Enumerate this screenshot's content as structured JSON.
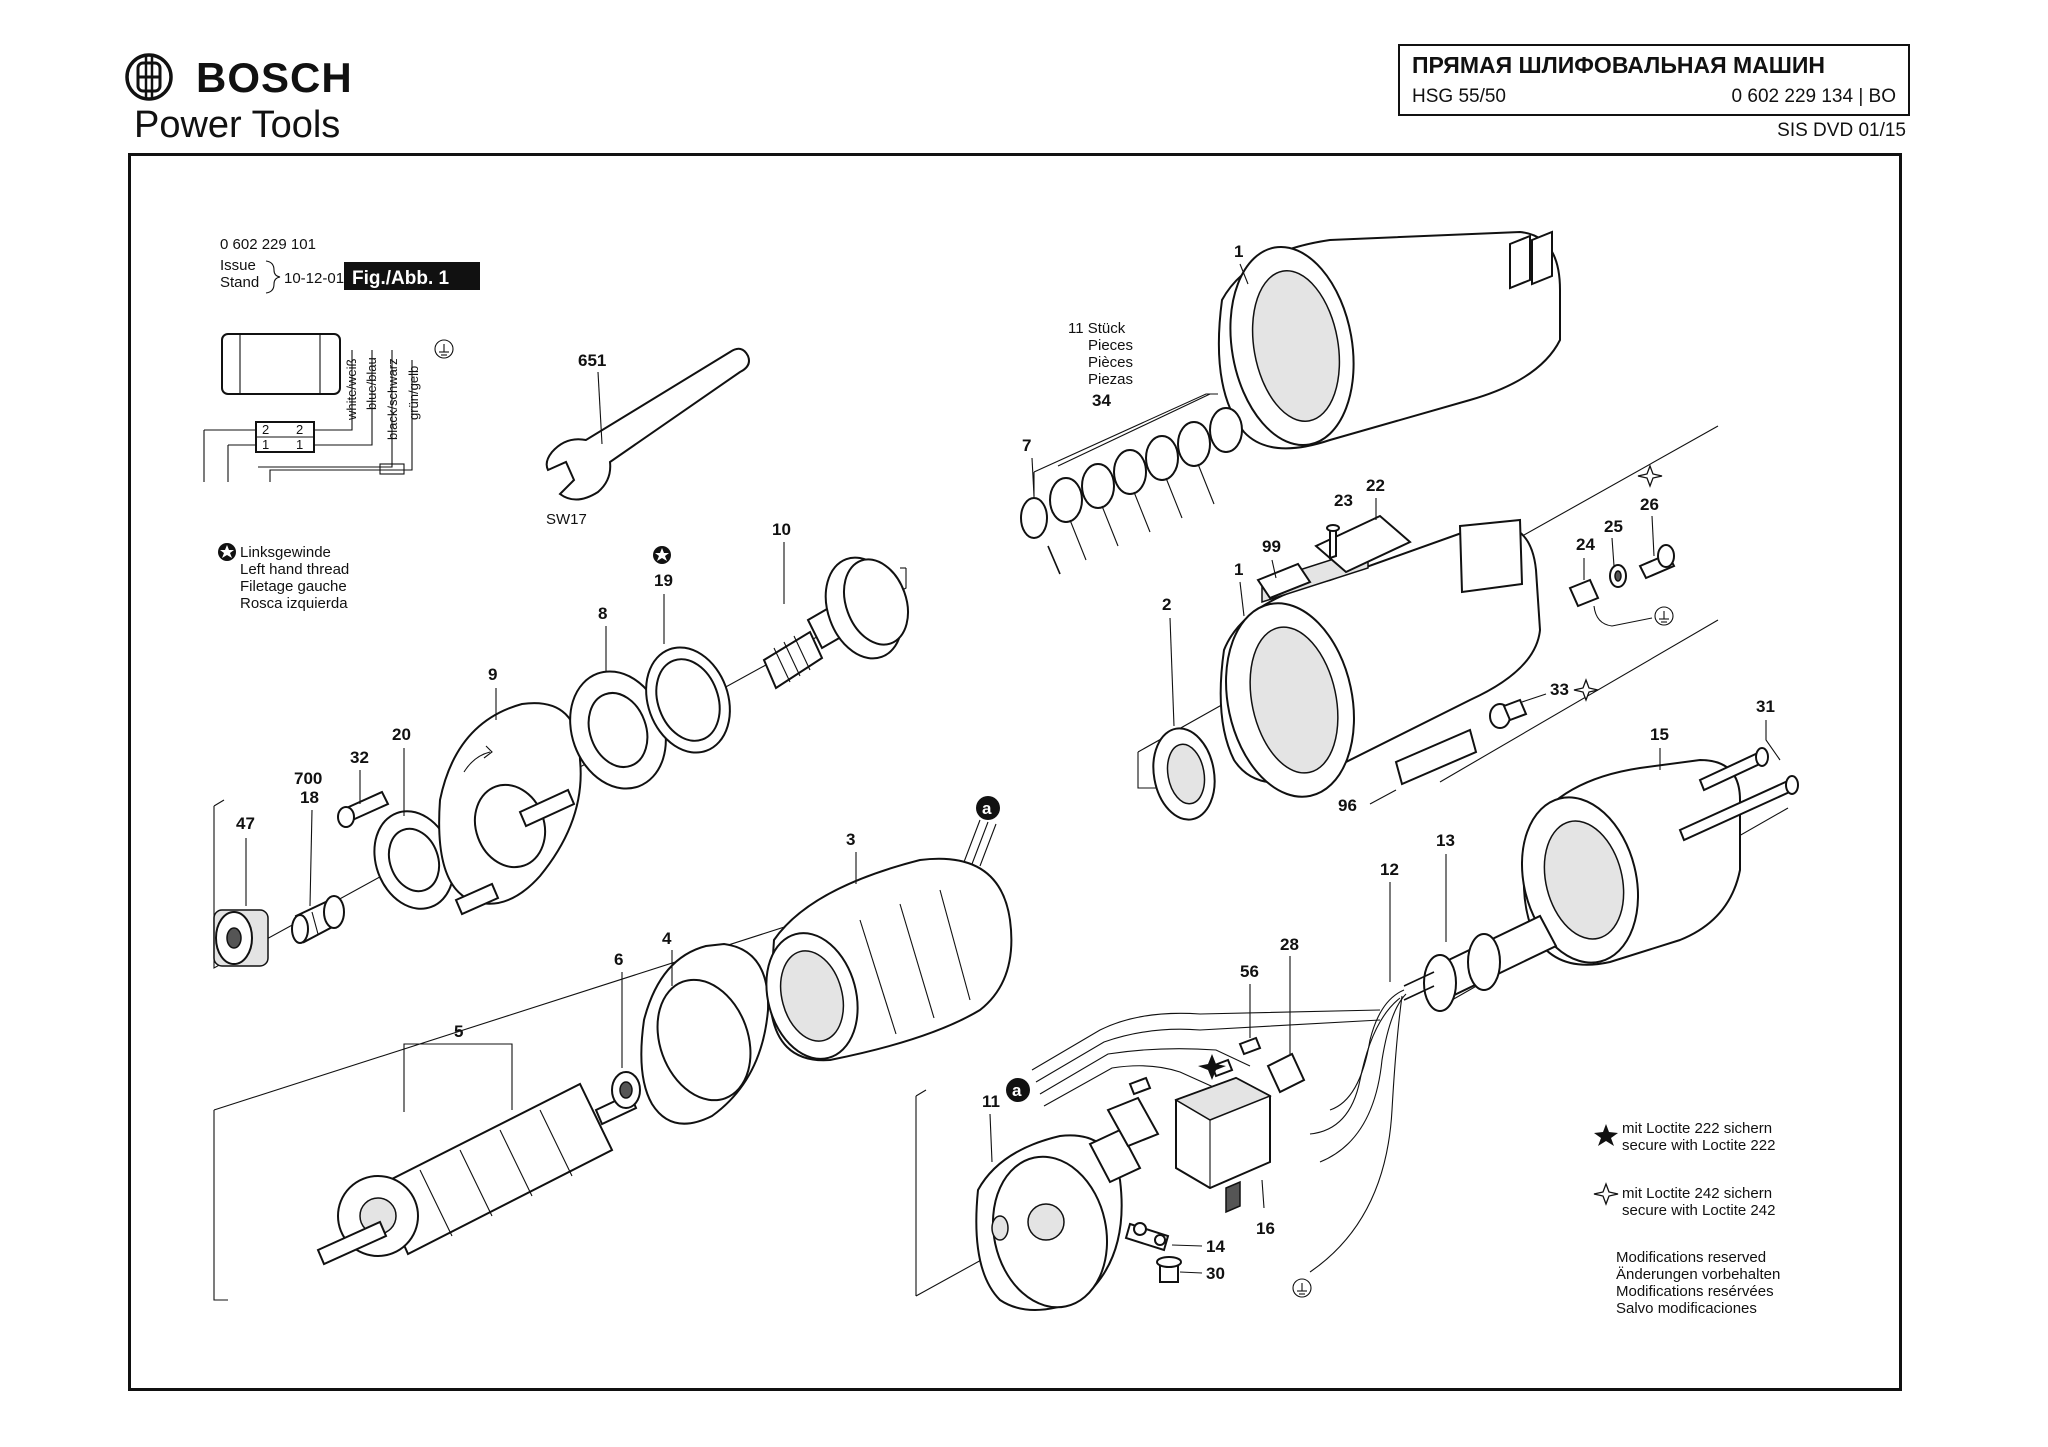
{
  "brand": {
    "name": "BOSCH",
    "subtitle": "Power Tools",
    "logo_icon": "bosch-armature-logo"
  },
  "title_block": {
    "title": "ПРЯМАЯ ШЛИФОВАЛЬНАЯ МАШИН",
    "model": "HSG 55/50",
    "part_number": "0 602 229 134 | BO",
    "sis": "SIS DVD 01/15"
  },
  "figure": {
    "number": "0 602 229 101",
    "issue_label": "Issue",
    "stand_label": "Stand",
    "issue_date": "10-12-01",
    "fig_label": "Fig./Abb. 1"
  },
  "wiring": {
    "wires": [
      "white/weiß",
      "blue/blau",
      "black/schwarz",
      "grün/gelb"
    ],
    "terminals": [
      "2",
      "2",
      "1",
      "1"
    ]
  },
  "wrench_label": "SW17",
  "pieces_note": [
    "11 Stück",
    "Pieces",
    "Pièces",
    "Piezas"
  ],
  "left_hand_thread": [
    "Linksgewinde",
    "Left hand thread",
    "Filetage gauche",
    "Rosca izquierda"
  ],
  "loctite_222": [
    "mit Loctite 222 sichern",
    "secure with Loctite 222"
  ],
  "loctite_242": [
    "mit Loctite 242 sichern",
    "secure with Loctite 242"
  ],
  "modifications": [
    "Modifications reserved",
    "Änderungen vorbehalten",
    "Modifications resérvées",
    "Salvo modificaciones"
  ],
  "callout_a": "a",
  "part_labels": {
    "p1a": "1",
    "p1b": "1",
    "p2": "2",
    "p3": "3",
    "p4": "4",
    "p5": "5",
    "p6": "6",
    "p7": "7",
    "p8": "8",
    "p9": "9",
    "p10": "10",
    "p11": "11",
    "p12": "12",
    "p13": "13",
    "p14": "14",
    "p15": "15",
    "p16": "16",
    "p18": "18",
    "p19": "19",
    "p20": "20",
    "p22": "22",
    "p23": "23",
    "p24": "24",
    "p25": "25",
    "p26": "26",
    "p28": "28",
    "p30": "30",
    "p31": "31",
    "p32": "32",
    "p33": "33",
    "p34": "34",
    "p47": "47",
    "p56": "56",
    "p96": "96",
    "p99": "99",
    "p651": "651",
    "p700": "700"
  }
}
